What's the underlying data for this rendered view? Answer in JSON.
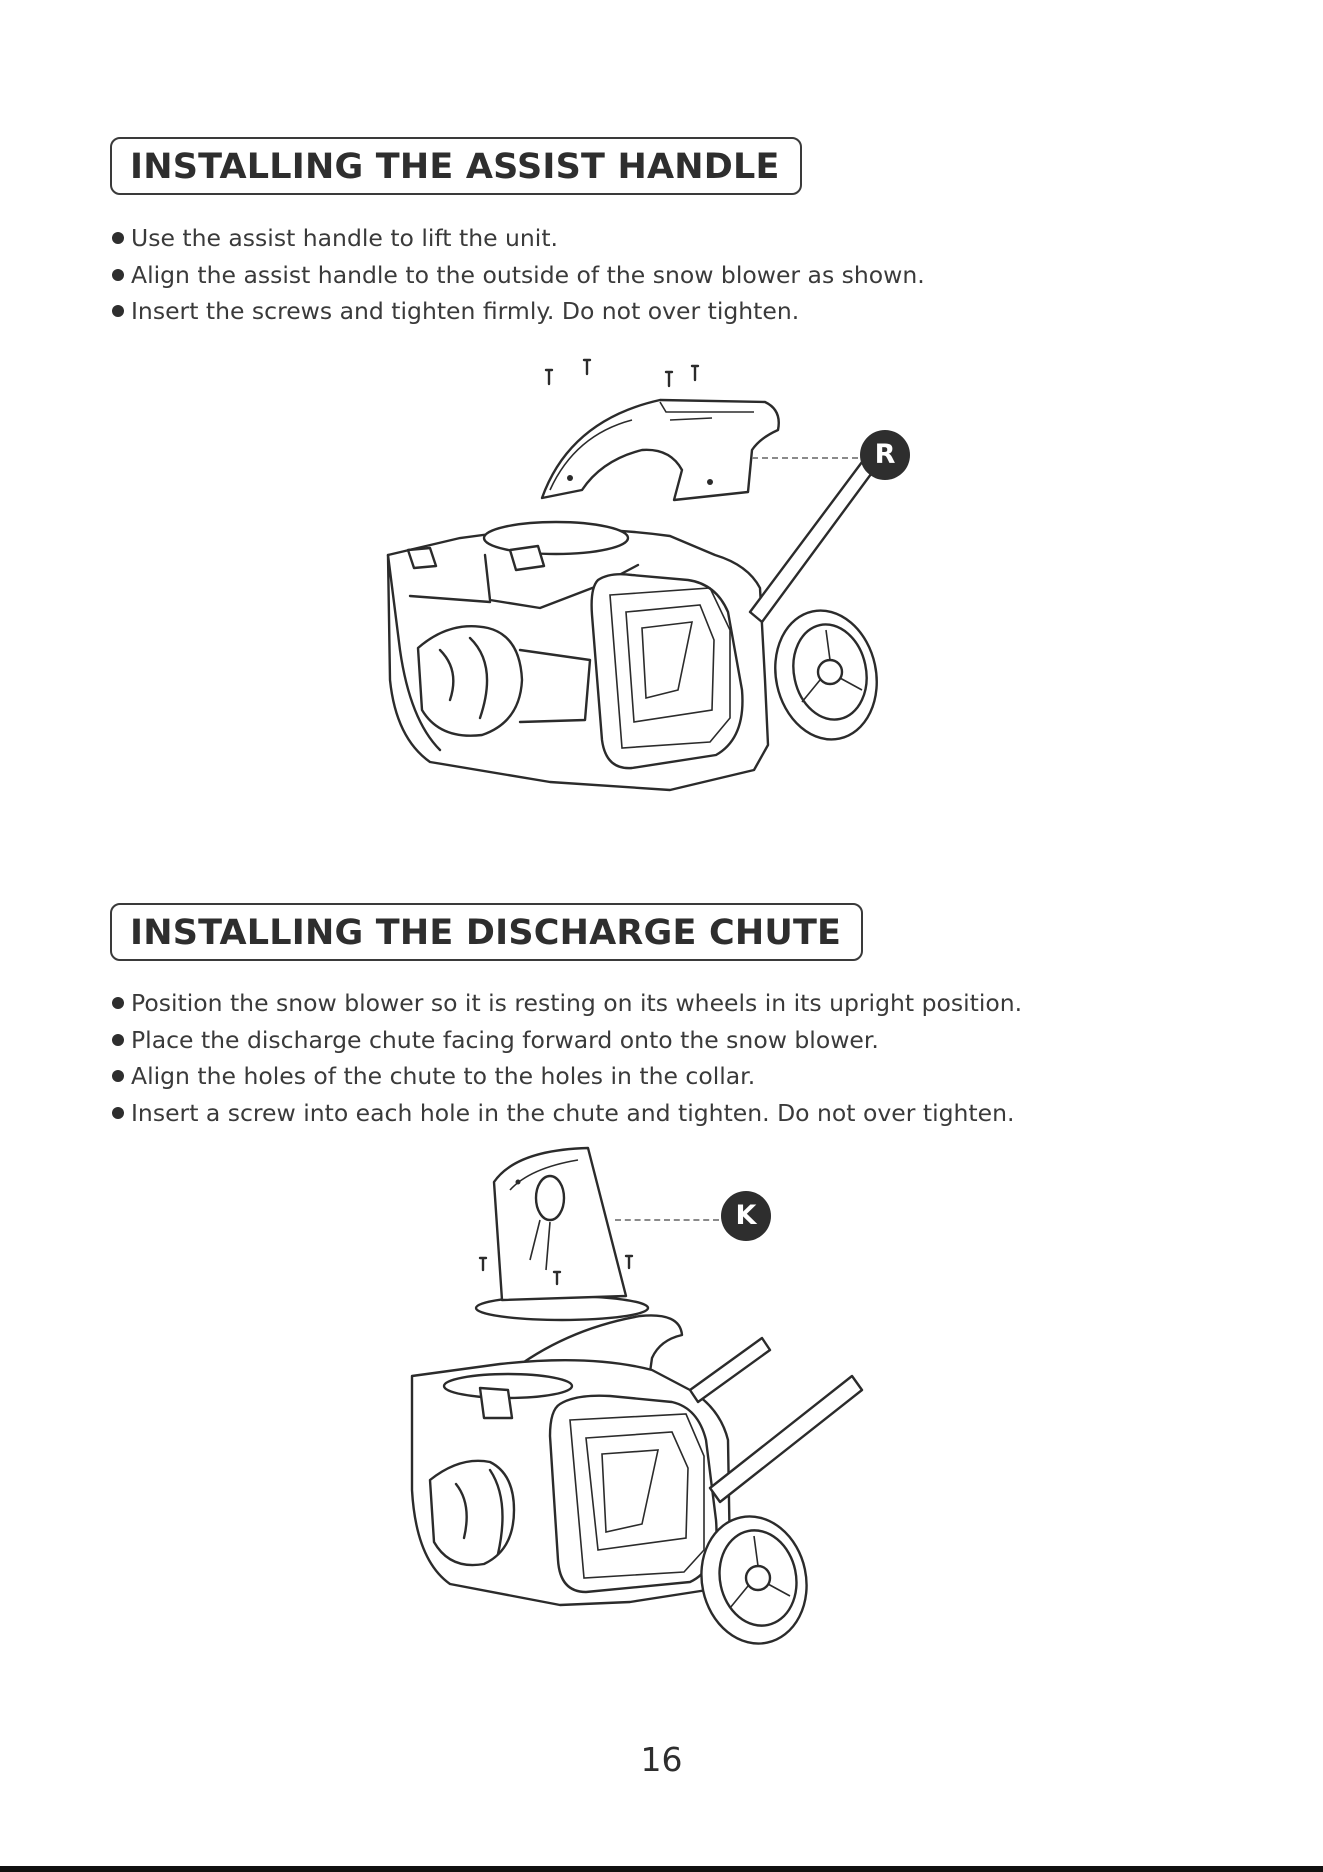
{
  "sections": [
    {
      "title": "INSTALLING THE ASSIST HANDLE",
      "bullets": [
        "Use the assist handle to lift the unit.",
        "Align the assist handle to the outside of the snow blower as shown.",
        "Insert the screws and tighten firmly. Do not over tighten."
      ],
      "callout": "R"
    },
    {
      "title": "INSTALLING THE DISCHARGE CHUTE",
      "bullets": [
        "Position the snow blower so it is resting on its wheels in its upright position.",
        "Place the discharge chute facing forward onto the snow blower.",
        "Align the holes of the chute to the holes in the collar.",
        "Insert a screw into each hole in the chute and tighten. Do not over tighten."
      ],
      "callout": "K"
    }
  ],
  "page_number": "16"
}
